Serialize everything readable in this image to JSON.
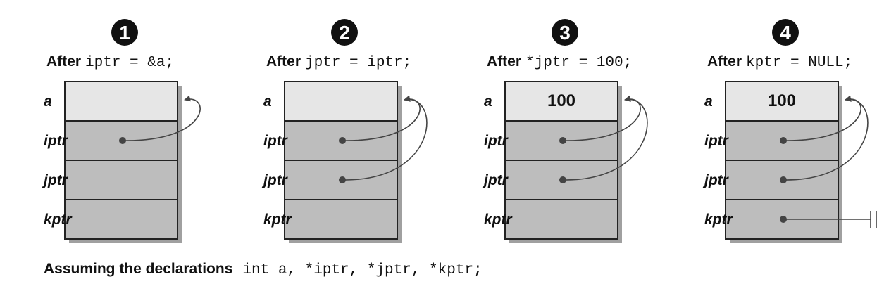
{
  "colors": {
    "cell_a": "#e6e6e6",
    "cell_ptr": "#bdbdbd",
    "border": "#222222",
    "shadow": "#a0a0a0",
    "line": "#444444",
    "badge": "#111111"
  },
  "labels": [
    "a",
    "iptr",
    "jptr",
    "kptr"
  ],
  "steps": [
    {
      "number": "1",
      "caption_prefix": "After",
      "caption_code": "iptr = &a;",
      "values": [
        "",
        "",
        "",
        ""
      ],
      "pointers": {
        "iptr": "a",
        "jptr": "",
        "kptr": ""
      }
    },
    {
      "number": "2",
      "caption_prefix": "After",
      "caption_code": "jptr = iptr;",
      "values": [
        "",
        "",
        "",
        ""
      ],
      "pointers": {
        "iptr": "a",
        "jptr": "a",
        "kptr": ""
      }
    },
    {
      "number": "3",
      "caption_prefix": "After",
      "caption_code": "*jptr = 100;",
      "values": [
        "100",
        "",
        "",
        ""
      ],
      "pointers": {
        "iptr": "a",
        "jptr": "a",
        "kptr": ""
      }
    },
    {
      "number": "4",
      "caption_prefix": "After",
      "caption_code": "kptr = NULL;",
      "values": [
        "100",
        "",
        "",
        ""
      ],
      "pointers": {
        "iptr": "a",
        "jptr": "a",
        "kptr": "NULL"
      }
    }
  ],
  "footer": {
    "prefix": "Assuming the declarations",
    "code": "int a, *iptr, *jptr, *kptr;"
  }
}
